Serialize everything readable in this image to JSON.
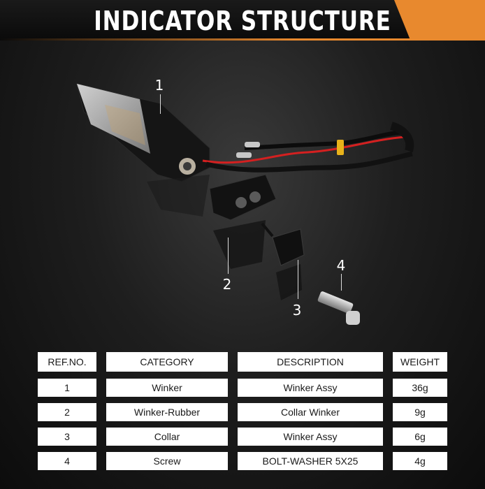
{
  "header": {
    "title": "INDICATOR STRUCTURE",
    "accent_color": "#e8892e"
  },
  "callouts": [
    "1",
    "2",
    "3",
    "4"
  ],
  "table": {
    "columns": [
      "REF.NO.",
      "CATEGORY",
      "DESCRIPTION",
      "WEIGHT"
    ],
    "rows": [
      [
        "1",
        "Winker",
        "Winker Assy",
        "36g"
      ],
      [
        "2",
        "Winker-Rubber",
        "Collar Winker",
        "9g"
      ],
      [
        "3",
        "Collar",
        "Winker Assy",
        "6g"
      ],
      [
        "4",
        "Screw",
        "BOLT-WASHER 5X25",
        "4g"
      ]
    ]
  }
}
